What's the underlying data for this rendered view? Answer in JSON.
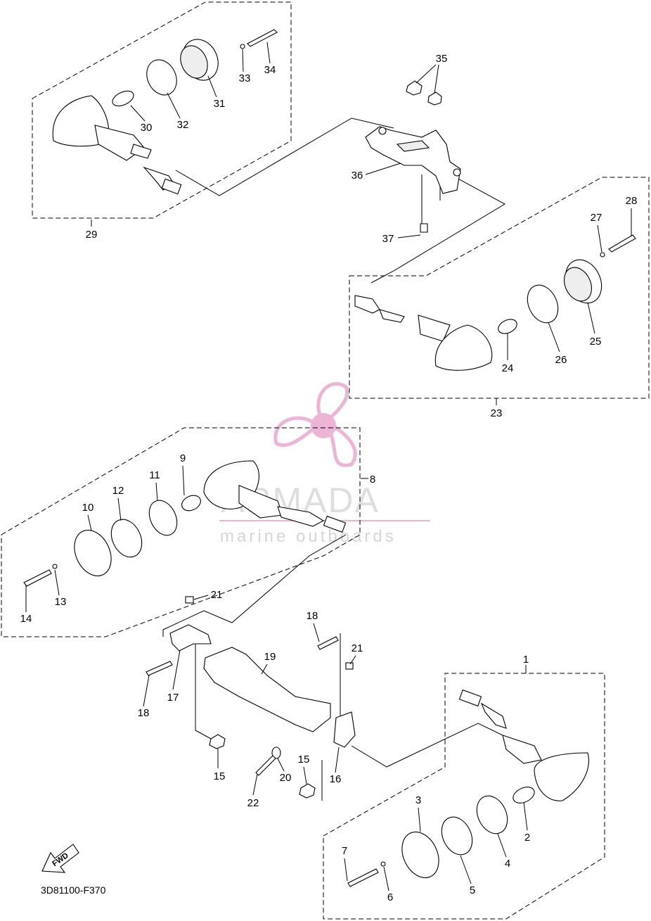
{
  "callouts": {
    "n1": "1",
    "n2": "2",
    "n3": "3",
    "n4": "4",
    "n5": "5",
    "n6": "6",
    "n7": "7",
    "n8": "8",
    "n9": "9",
    "n10": "10",
    "n11": "11",
    "n12": "12",
    "n13": "13",
    "n14": "14",
    "n15a": "15",
    "n15b": "15",
    "n16": "16",
    "n17": "17",
    "n18a": "18",
    "n18b": "18",
    "n19": "19",
    "n20": "20",
    "n21a": "21",
    "n21b": "21",
    "n22": "22",
    "n23": "23",
    "n24": "24",
    "n25": "25",
    "n26": "26",
    "n27": "27",
    "n28": "28",
    "n29": "29",
    "n30": "30",
    "n31": "31",
    "n32": "32",
    "n33": "33",
    "n34": "34",
    "n35": "35",
    "n36": "36",
    "n37": "37"
  },
  "diagram_code": "3D81100-F370",
  "fwd_label": "FWD",
  "watermark": {
    "brand": "ARMADA",
    "tagline": "marine outboards",
    "color": "#e9a9cf"
  }
}
